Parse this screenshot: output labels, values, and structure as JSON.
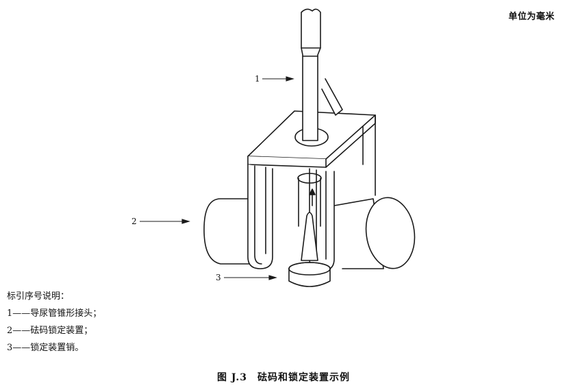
{
  "unit_note": "单位为毫米",
  "callouts": [
    {
      "num": "1"
    },
    {
      "num": "2"
    },
    {
      "num": "3"
    }
  ],
  "legend": {
    "heading": "标引序号说明：",
    "items": [
      "1——导尿管锥形接头；",
      "2——砝码锁定装置；",
      "3——锁定装置销。"
    ]
  },
  "caption": "图 J.3　砝码和锁定装置示例"
}
